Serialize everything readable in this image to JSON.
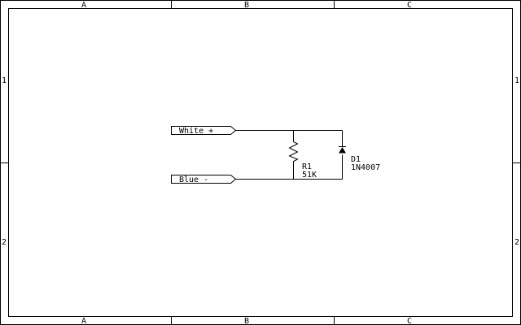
{
  "sheet": {
    "columns": [
      "A",
      "B",
      "C"
    ],
    "rows": [
      "1",
      "2"
    ]
  },
  "ports": {
    "white_label": "White +",
    "blue_label": "Blue  -"
  },
  "resistor": {
    "ref": "R1",
    "value": "51K"
  },
  "diode": {
    "ref": "D1",
    "value": "1N4007"
  }
}
